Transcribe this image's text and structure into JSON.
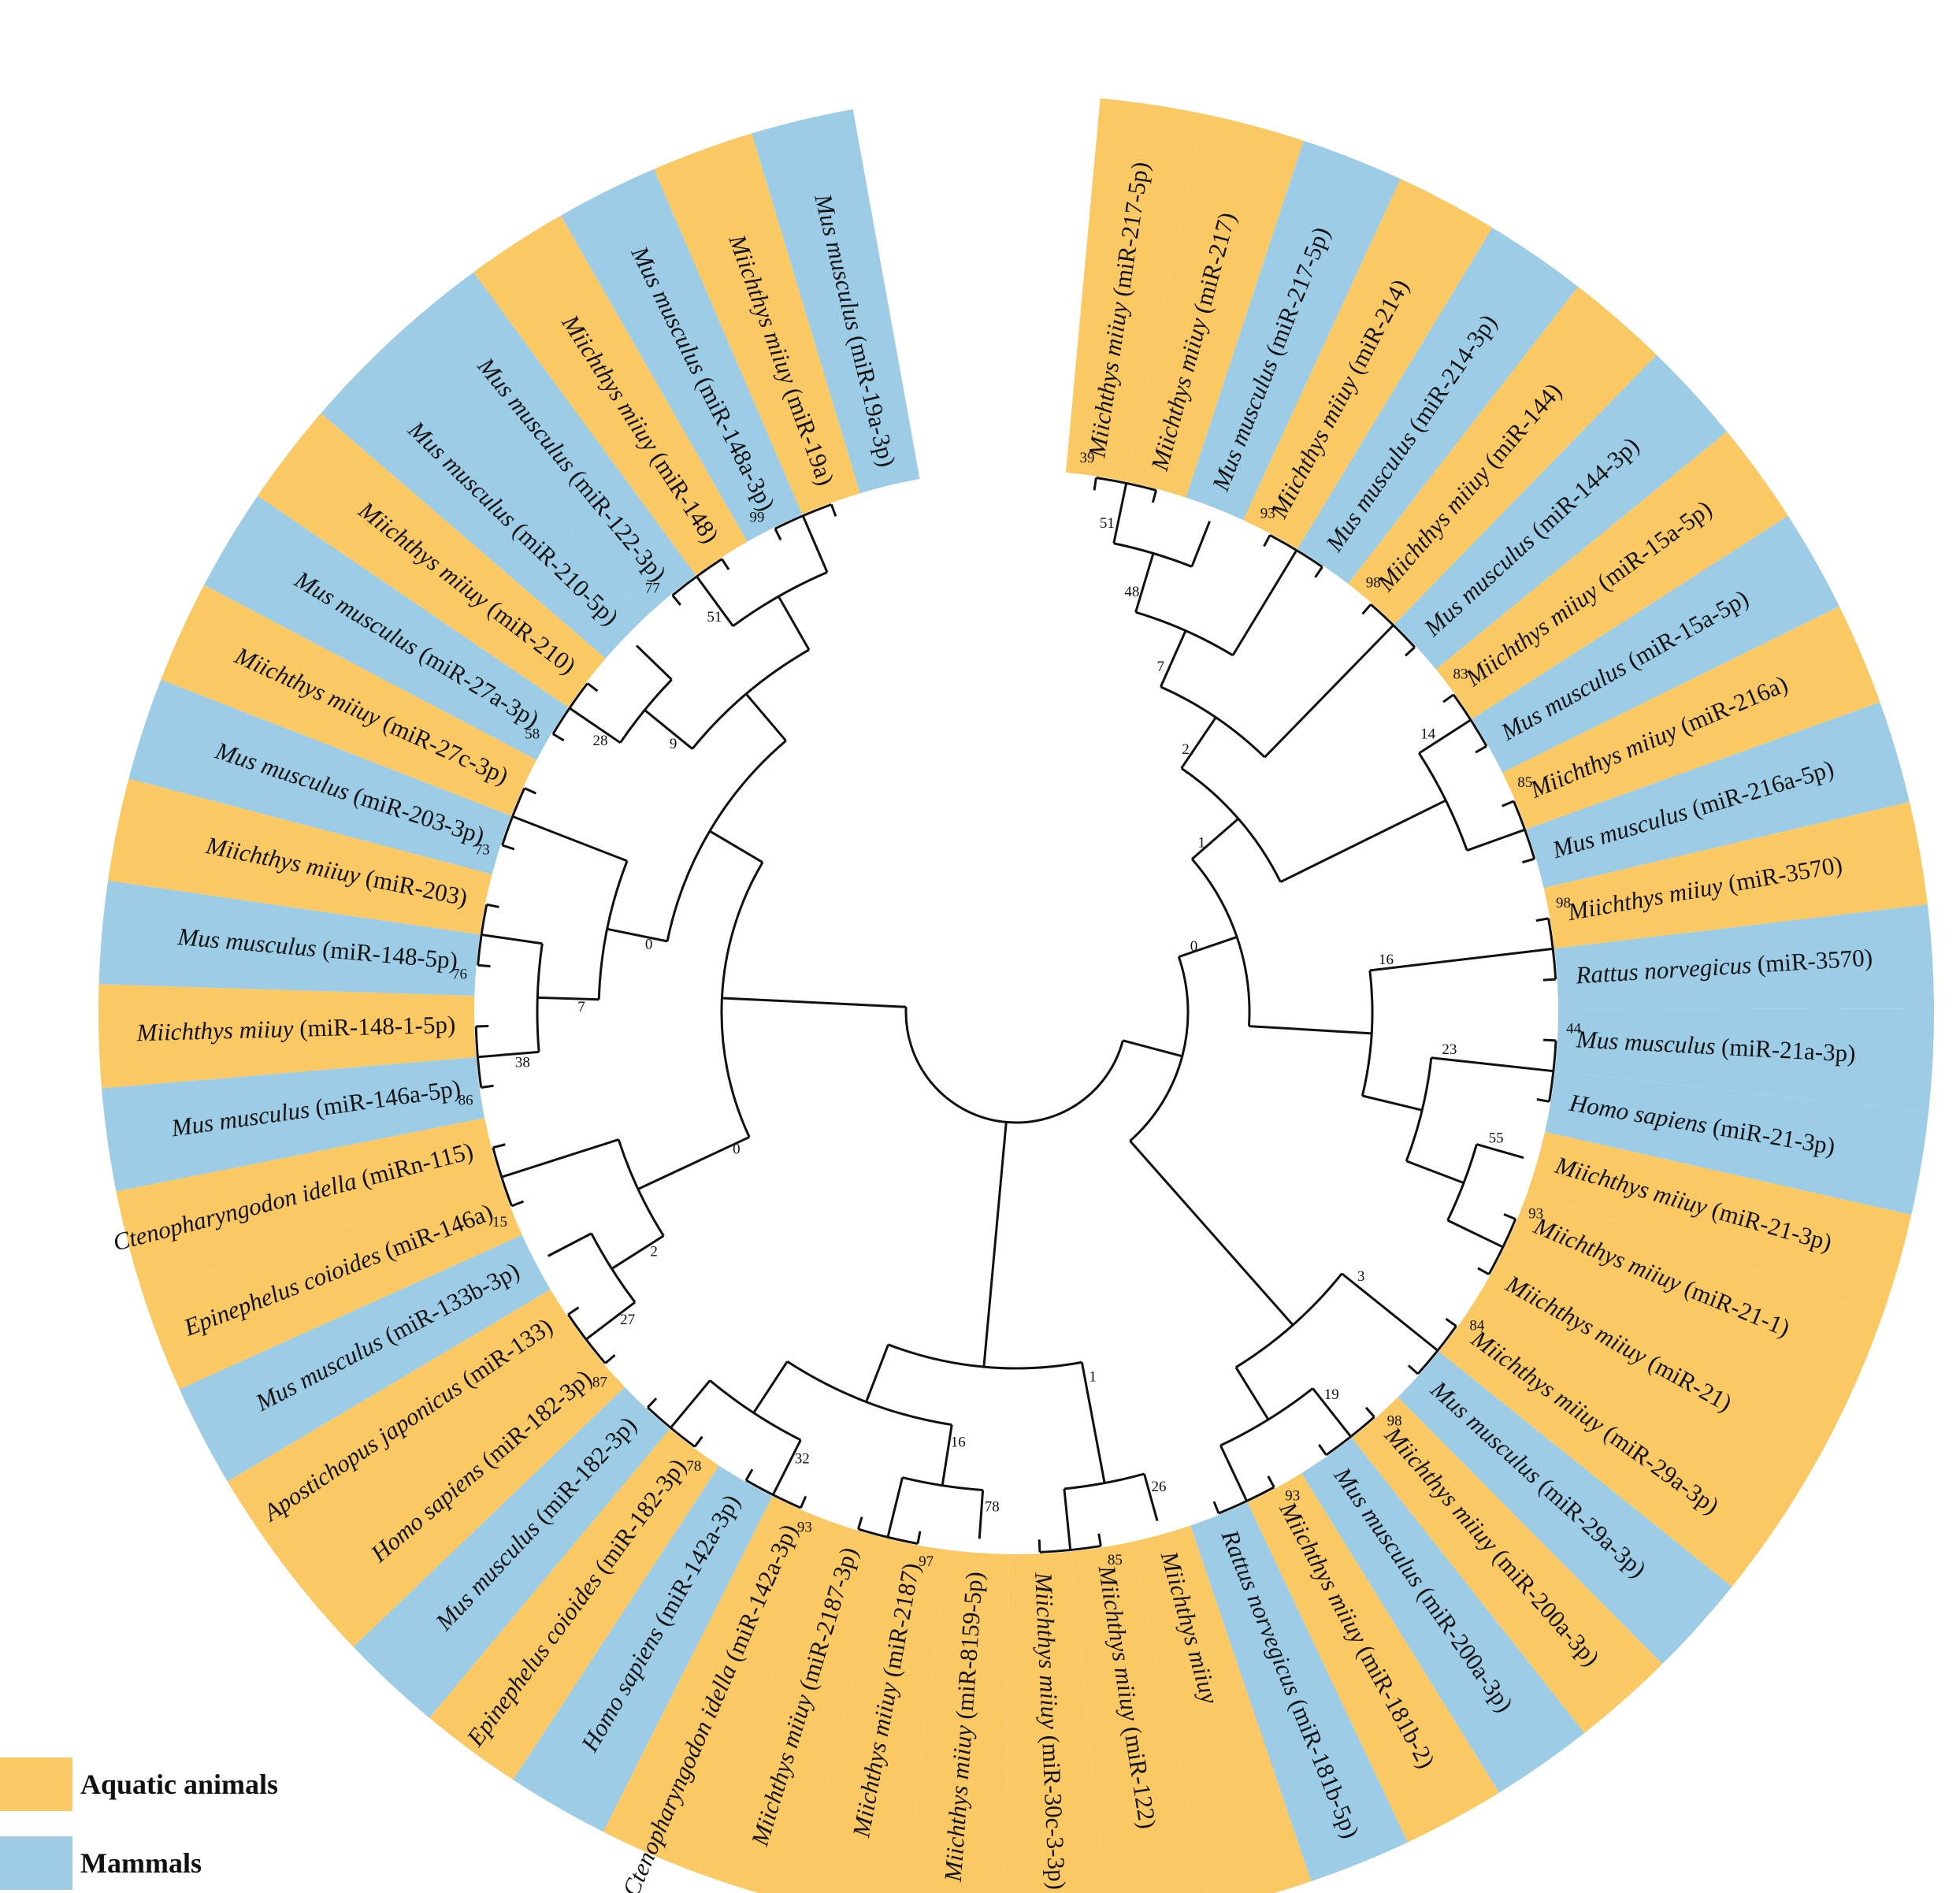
{
  "colors": {
    "aquatic": "#fbc964",
    "mammal": "#9dcde6",
    "line": "#111111",
    "text": "#111111"
  },
  "legend": {
    "aquatic_label": "Aquatic animals",
    "mammal_label": "Mammals"
  },
  "leaves": [
    {
      "id": 0,
      "species": "Miichthys miiuy",
      "mirna": "miR-217-5p",
      "group": "aquatic"
    },
    {
      "id": 1,
      "species": "Miichthys miiuy",
      "mirna": "miR-217",
      "group": "aquatic"
    },
    {
      "id": 2,
      "species": "Mus musculus",
      "mirna": "miR-217-5p",
      "group": "mammal"
    },
    {
      "id": 3,
      "species": "Miichthys miiuy",
      "mirna": "miR-214",
      "group": "aquatic"
    },
    {
      "id": 4,
      "species": "Mus musculus",
      "mirna": "miR-214-3p",
      "group": "mammal"
    },
    {
      "id": 5,
      "species": "Miichthys miiuy",
      "mirna": "miR-144",
      "group": "aquatic"
    },
    {
      "id": 6,
      "species": "Mus musculus",
      "mirna": "miR-144-3p",
      "group": "mammal"
    },
    {
      "id": 7,
      "species": "Miichthys miiuy",
      "mirna": "miR-15a-5p",
      "group": "aquatic"
    },
    {
      "id": 8,
      "species": "Mus musculus",
      "mirna": "miR-15a-5p",
      "group": "mammal"
    },
    {
      "id": 9,
      "species": "Miichthys miiuy",
      "mirna": "miR-216a",
      "group": "aquatic"
    },
    {
      "id": 10,
      "species": "Mus musculus",
      "mirna": "miR-216a-5p",
      "group": "mammal"
    },
    {
      "id": 11,
      "species": "Miichthys miiuy",
      "mirna": "miR-3570",
      "group": "aquatic"
    },
    {
      "id": 12,
      "species": "Rattus norvegicus",
      "mirna": "miR-3570",
      "group": "mammal"
    },
    {
      "id": 13,
      "species": "Mus musculus",
      "mirna": "miR-21a-3p",
      "group": "mammal"
    },
    {
      "id": 14,
      "species": "Homo sapiens",
      "mirna": "miR-21-3p",
      "group": "mammal"
    },
    {
      "id": 15,
      "species": "Miichthys miiuy",
      "mirna": "miR-21-3p",
      "group": "aquatic"
    },
    {
      "id": 16,
      "species": "Miichthys miiuy",
      "mirna": "miR-21-1",
      "group": "aquatic"
    },
    {
      "id": 17,
      "species": "Miichthys miiuy",
      "mirna": "miR-21",
      "group": "aquatic"
    },
    {
      "id": 18,
      "species": "Miichthys miiuy",
      "mirna": "miR-29a-3p",
      "group": "aquatic"
    },
    {
      "id": 19,
      "species": "Mus musculus",
      "mirna": "miR-29a-3p",
      "group": "mammal"
    },
    {
      "id": 20,
      "species": "Miichthys miiuy",
      "mirna": "miR-200a-3p",
      "group": "aquatic"
    },
    {
      "id": 21,
      "species": "Mus musculus",
      "mirna": "miR-200a-3p",
      "group": "mammal"
    },
    {
      "id": 22,
      "species": "Miichthys miiuy",
      "mirna": "miR-181b-2",
      "group": "aquatic"
    },
    {
      "id": 23,
      "species": "Rattus norvegicus",
      "mirna": "miR-181b-5p",
      "group": "mammal"
    },
    {
      "id": 24,
      "species": "Miichthys miiuy",
      "mirna": "",
      "group": "aquatic"
    },
    {
      "id": 25,
      "species": "Miichthys miiuy",
      "mirna": "miR-122",
      "group": "aquatic"
    },
    {
      "id": 26,
      "species": "Miichthys miiuy",
      "mirna": "miR-30c-3-3p",
      "group": "aquatic"
    },
    {
      "id": 27,
      "species": "Miichthys miiuy",
      "mirna": "miR-8159-5p",
      "group": "aquatic"
    },
    {
      "id": 28,
      "species": "Miichthys miiuy",
      "mirna": "miR-2187",
      "group": "aquatic"
    },
    {
      "id": 29,
      "species": "Miichthys miiuy",
      "mirna": "miR-2187-3p",
      "group": "aquatic"
    },
    {
      "id": 30,
      "species": "Ctenopharyngodon idella",
      "mirna": "miR-142a-3p",
      "group": "aquatic"
    },
    {
      "id": 31,
      "species": "Homo sapiens",
      "mirna": "miR-142a-3p",
      "group": "mammal"
    },
    {
      "id": 32,
      "species": "Epinephelus coioides",
      "mirna": "miR-182-3p",
      "group": "aquatic"
    },
    {
      "id": 33,
      "species": "Mus musculus",
      "mirna": "miR-182-3p",
      "group": "mammal"
    },
    {
      "id": 34,
      "species": "Homo sapiens",
      "mirna": "miR-182-3p",
      "group": "aquatic"
    },
    {
      "id": 35,
      "species": "Apostichopus japonicus",
      "mirna": "miR-133",
      "group": "aquatic"
    },
    {
      "id": 36,
      "species": "Mus musculus",
      "mirna": "miR-133b-3p",
      "group": "mammal"
    },
    {
      "id": 37,
      "species": "Epinephelus coioides",
      "mirna": "miR-146a",
      "group": "aquatic"
    },
    {
      "id": 38,
      "species": "Ctenopharyngodon idella",
      "mirna": "miRn-115",
      "group": "aquatic"
    },
    {
      "id": 39,
      "species": "Mus musculus",
      "mirna": "miR-146a-5p",
      "group": "mammal"
    },
    {
      "id": 40,
      "species": "Miichthys miiuy",
      "mirna": "miR-148-1-5p",
      "group": "aquatic"
    },
    {
      "id": 41,
      "species": "Mus musculus",
      "mirna": "miR-148-5p",
      "group": "mammal"
    },
    {
      "id": 42,
      "species": "Miichthys miiuy",
      "mirna": "miR-203",
      "group": "aquatic"
    },
    {
      "id": 43,
      "species": "Mus musculus",
      "mirna": "miR-203-3p",
      "group": "mammal"
    },
    {
      "id": 44,
      "species": "Miichthys miiuy",
      "mirna": "miR-27c-3p",
      "group": "aquatic"
    },
    {
      "id": 45,
      "species": "Mus musculus",
      "mirna": "miR-27a-3p",
      "group": "mammal"
    },
    {
      "id": 46,
      "species": "Miichthys miiuy",
      "mirna": "miR-210",
      "group": "aquatic"
    },
    {
      "id": 47,
      "species": "Mus musculus",
      "mirna": "miR-210-5p",
      "group": "mammal"
    },
    {
      "id": 48,
      "species": "Mus musculus",
      "mirna": "miR-122-3p",
      "group": "mammal"
    },
    {
      "id": 49,
      "species": "Miichthys miiuy",
      "mirna": "miR-148",
      "group": "aquatic"
    },
    {
      "id": 50,
      "species": "Mus musculus",
      "mirna": "miR-148a-3p",
      "group": "mammal"
    },
    {
      "id": 51,
      "species": "Miichthys miiuy",
      "mirna": "miR-19a",
      "group": "aquatic"
    },
    {
      "id": 52,
      "species": "Mus musculus",
      "mirna": "miR-19a-3p",
      "group": "mammal"
    }
  ],
  "tree": {
    "ch": [
      {
        "b": "0",
        "ch": [
          {
            "b": "1",
            "ch": [
              {
                "b": "2",
                "ch": [
                  {
                    "b": "7",
                    "ch": [
                      {
                        "b": "48",
                        "ch": [
                          {
                            "b": "51",
                            "ch": [
                              {
                                "b": "39",
                                "ch": [
                                  {
                                    "l": 0
                                  },
                                  {
                                    "l": 1
                                  }
                                ]
                              },
                              {
                                "l": 2
                              }
                            ]
                          },
                          {
                            "b": "93",
                            "ch": [
                              {
                                "l": 3
                              },
                              {
                                "l": 4
                              }
                            ]
                          }
                        ]
                      },
                      {
                        "b": "98",
                        "ch": [
                          {
                            "l": 5
                          },
                          {
                            "l": 6
                          }
                        ]
                      }
                    ]
                  },
                  {
                    "b": "14",
                    "ch": [
                      {
                        "b": "83",
                        "ch": [
                          {
                            "l": 7
                          },
                          {
                            "l": 8
                          }
                        ]
                      },
                      {
                        "b": "85",
                        "ch": [
                          {
                            "l": 9
                          },
                          {
                            "l": 10
                          }
                        ]
                      }
                    ]
                  }
                ]
              },
              {
                "b": "16",
                "ch": [
                  {
                    "b": "98",
                    "ch": [
                      {
                        "l": 11
                      },
                      {
                        "l": 12
                      }
                    ]
                  },
                  {
                    "b": "23",
                    "ch": [
                      {
                        "b": "44",
                        "ch": [
                          {
                            "l": 13
                          },
                          {
                            "l": 14
                          }
                        ]
                      },
                      {
                        "b": "55",
                        "ch": [
                          {
                            "l": 15
                          },
                          {
                            "b": "93",
                            "ch": [
                              {
                                "l": 16
                              },
                              {
                                "l": 17
                              }
                            ]
                          }
                        ]
                      }
                    ]
                  }
                ]
              }
            ]
          },
          {
            "b": "3",
            "ch": [
              {
                "b": "84",
                "ch": [
                  {
                    "l": 18
                  },
                  {
                    "l": 19
                  }
                ]
              },
              {
                "b": "19",
                "ch": [
                  {
                    "b": "98",
                    "ch": [
                      {
                        "l": 20
                      },
                      {
                        "l": 21
                      }
                    ]
                  },
                  {
                    "b": "93",
                    "ch": [
                      {
                        "l": 22
                      },
                      {
                        "l": 23
                      }
                    ]
                  }
                ]
              }
            ]
          }
        ]
      },
      {
        "b": "1",
        "ch": [
          {
            "b": "26",
            "ch": [
              {
                "l": 24
              },
              {
                "b": "85",
                "ch": [
                  {
                    "l": 25
                  },
                  {
                    "l": 26
                  }
                ]
              }
            ]
          },
          {
            "b": "16",
            "ch": [
              {
                "b": "78",
                "ch": [
                  {
                    "l": 27
                  },
                  {
                    "b": "97",
                    "ch": [
                      {
                        "l": 28
                      },
                      {
                        "l": 29
                      }
                    ]
                  }
                ]
              },
              {
                "b": "32",
                "ch": [
                  {
                    "b": "93",
                    "ch": [
                      {
                        "l": 30
                      },
                      {
                        "l": 31
                      }
                    ]
                  },
                  {
                    "b": "78",
                    "ch": [
                      {
                        "l": 32
                      },
                      {
                        "l": 33
                      }
                    ]
                  }
                ]
              }
            ]
          }
        ]
      },
      {
        "b": "0",
        "ch": [
          {
            "b": "2",
            "ch": [
              {
                "b": "27",
                "ch": [
                  {
                    "b": "87",
                    "ch": [
                      {
                        "l": 34
                      },
                      {
                        "l": 35
                      }
                    ]
                  },
                  {
                    "l": 36
                  }
                ]
              },
              {
                "b": "15",
                "ch": [
                  {
                    "l": 37
                  },
                  {
                    "l": 38
                  }
                ]
              }
            ]
          },
          {
            "b": "0",
            "ch": [
              {
                "b": "7",
                "ch": [
                  {
                    "b": "38",
                    "ch": [
                      {
                        "b": "86",
                        "ch": [
                          {
                            "l": 39
                          },
                          {
                            "l": 40
                          }
                        ]
                      },
                      {
                        "b": "76",
                        "ch": [
                          {
                            "l": 41
                          },
                          {
                            "l": 42
                          }
                        ]
                      }
                    ]
                  },
                  {
                    "b": "73",
                    "ch": [
                      {
                        "l": 43
                      },
                      {
                        "l": 44
                      }
                    ]
                  }
                ]
              },
              {
                "b": "9",
                "ch": [
                  {
                    "b": "28",
                    "ch": [
                      {
                        "b": "58",
                        "ch": [
                          {
                            "l": 45
                          },
                          {
                            "l": 46
                          }
                        ]
                      },
                      {
                        "l": 47
                      }
                    ]
                  },
                  {
                    "b": "51",
                    "ch": [
                      {
                        "b": "77",
                        "ch": [
                          {
                            "l": 48
                          },
                          {
                            "l": 49
                          }
                        ]
                      },
                      {
                        "b": "99",
                        "ch": [
                          {
                            "l": 50
                          },
                          {
                            "l": 51
                          }
                        ]
                      }
                    ]
                  }
                ]
              }
            ]
          }
        ]
      }
    ]
  }
}
